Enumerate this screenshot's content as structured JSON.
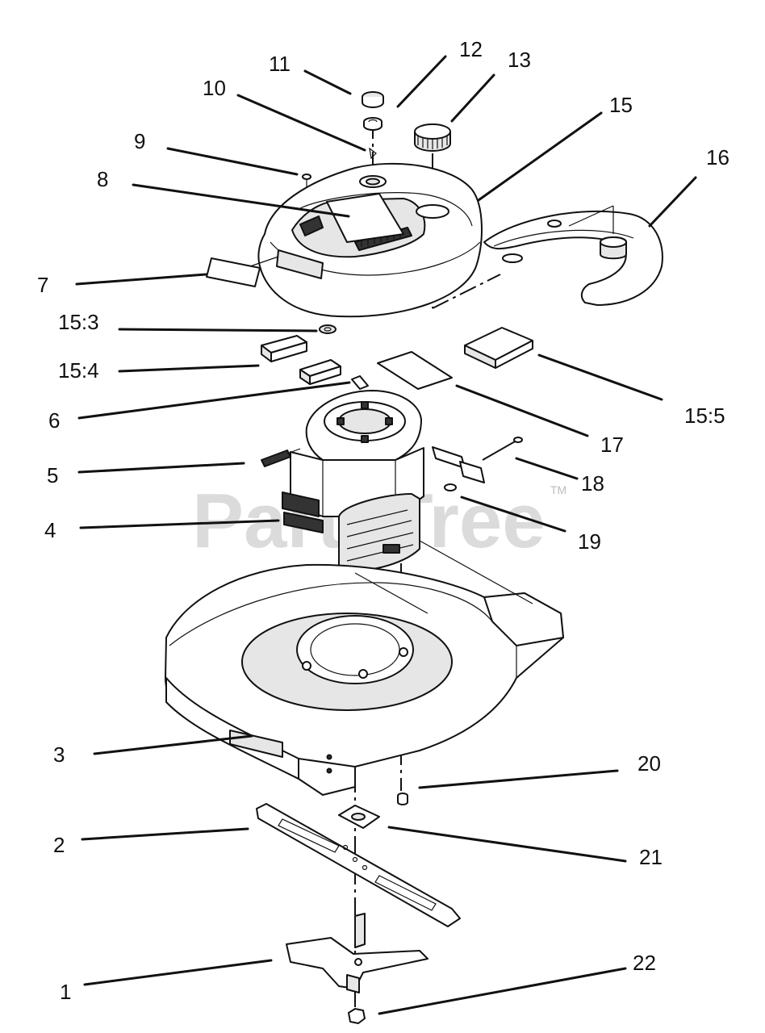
{
  "watermark": {
    "brand": "PartsTree",
    "trademark": "TM"
  },
  "callouts": [
    {
      "id": "c11",
      "text": "11"
    },
    {
      "id": "c12",
      "text": "12"
    },
    {
      "id": "c13",
      "text": "13"
    },
    {
      "id": "c10",
      "text": "10"
    },
    {
      "id": "c15",
      "text": "15"
    },
    {
      "id": "c9",
      "text": "9"
    },
    {
      "id": "c16",
      "text": "16"
    },
    {
      "id": "c8",
      "text": "8"
    },
    {
      "id": "c7",
      "text": "7"
    },
    {
      "id": "c15_3",
      "text": "15:3"
    },
    {
      "id": "c15_4",
      "text": "15:4"
    },
    {
      "id": "c15_5",
      "text": "15:5"
    },
    {
      "id": "c6",
      "text": "6"
    },
    {
      "id": "c17",
      "text": "17"
    },
    {
      "id": "c5",
      "text": "5"
    },
    {
      "id": "c18",
      "text": "18"
    },
    {
      "id": "c4",
      "text": "4"
    },
    {
      "id": "c19",
      "text": "19"
    },
    {
      "id": "c3",
      "text": "3"
    },
    {
      "id": "c20",
      "text": "20"
    },
    {
      "id": "c2",
      "text": "2"
    },
    {
      "id": "c21",
      "text": "21"
    },
    {
      "id": "c1",
      "text": "1"
    },
    {
      "id": "c22",
      "text": "22"
    }
  ]
}
